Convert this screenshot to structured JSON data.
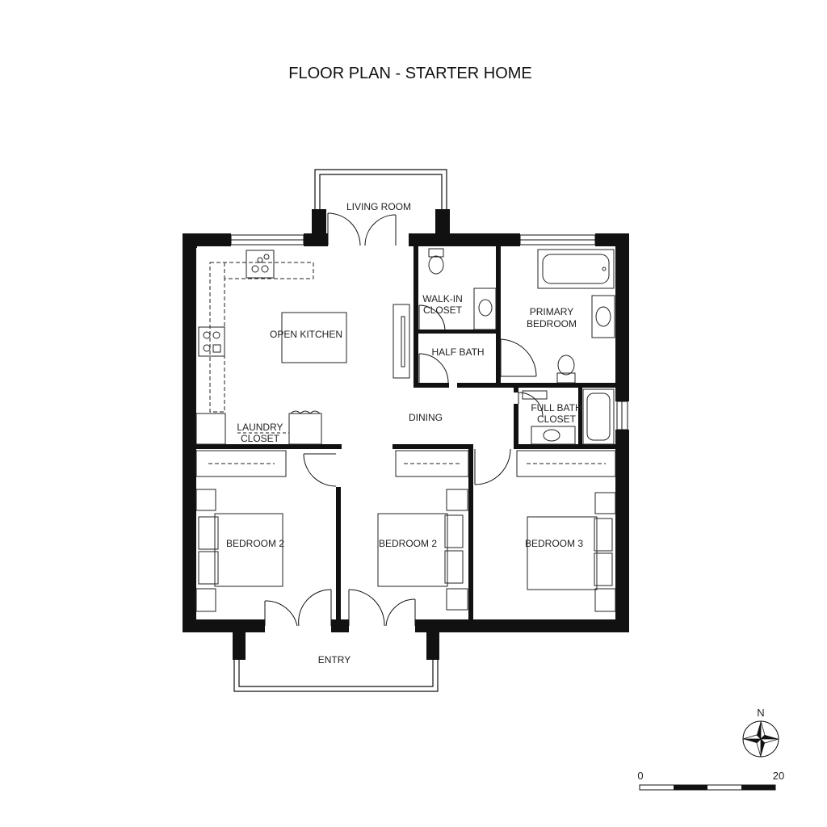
{
  "title": "FLOOR PLAN - STARTER HOME",
  "rooms": {
    "living_room": "LIVING ROOM",
    "open_kitchen": "OPEN KITCHEN",
    "walk_in_closet_1": "WALK-IN",
    "walk_in_closet_2": "CLOSET",
    "half_bath": "HALF BATH",
    "primary_bedroom_1": "PRIMARY",
    "primary_bedroom_2": "BEDROOM",
    "dining": "DINING",
    "full_bath_closet_1": "FULL BATH",
    "full_bath_closet_2": "CLOSET",
    "laundry_closet_1": "LAUNDRY",
    "laundry_closet_2": "CLOSET",
    "bedroom_2_left": "BEDROOM 2",
    "bedroom_2_center": "BEDROOM 2",
    "bedroom_3": "BEDROOM 3",
    "entry": "ENTRY"
  },
  "compass": {
    "north_label": "N",
    "icon": "compass-rose-icon"
  },
  "scale_bar": {
    "start": "0",
    "end": "20"
  }
}
